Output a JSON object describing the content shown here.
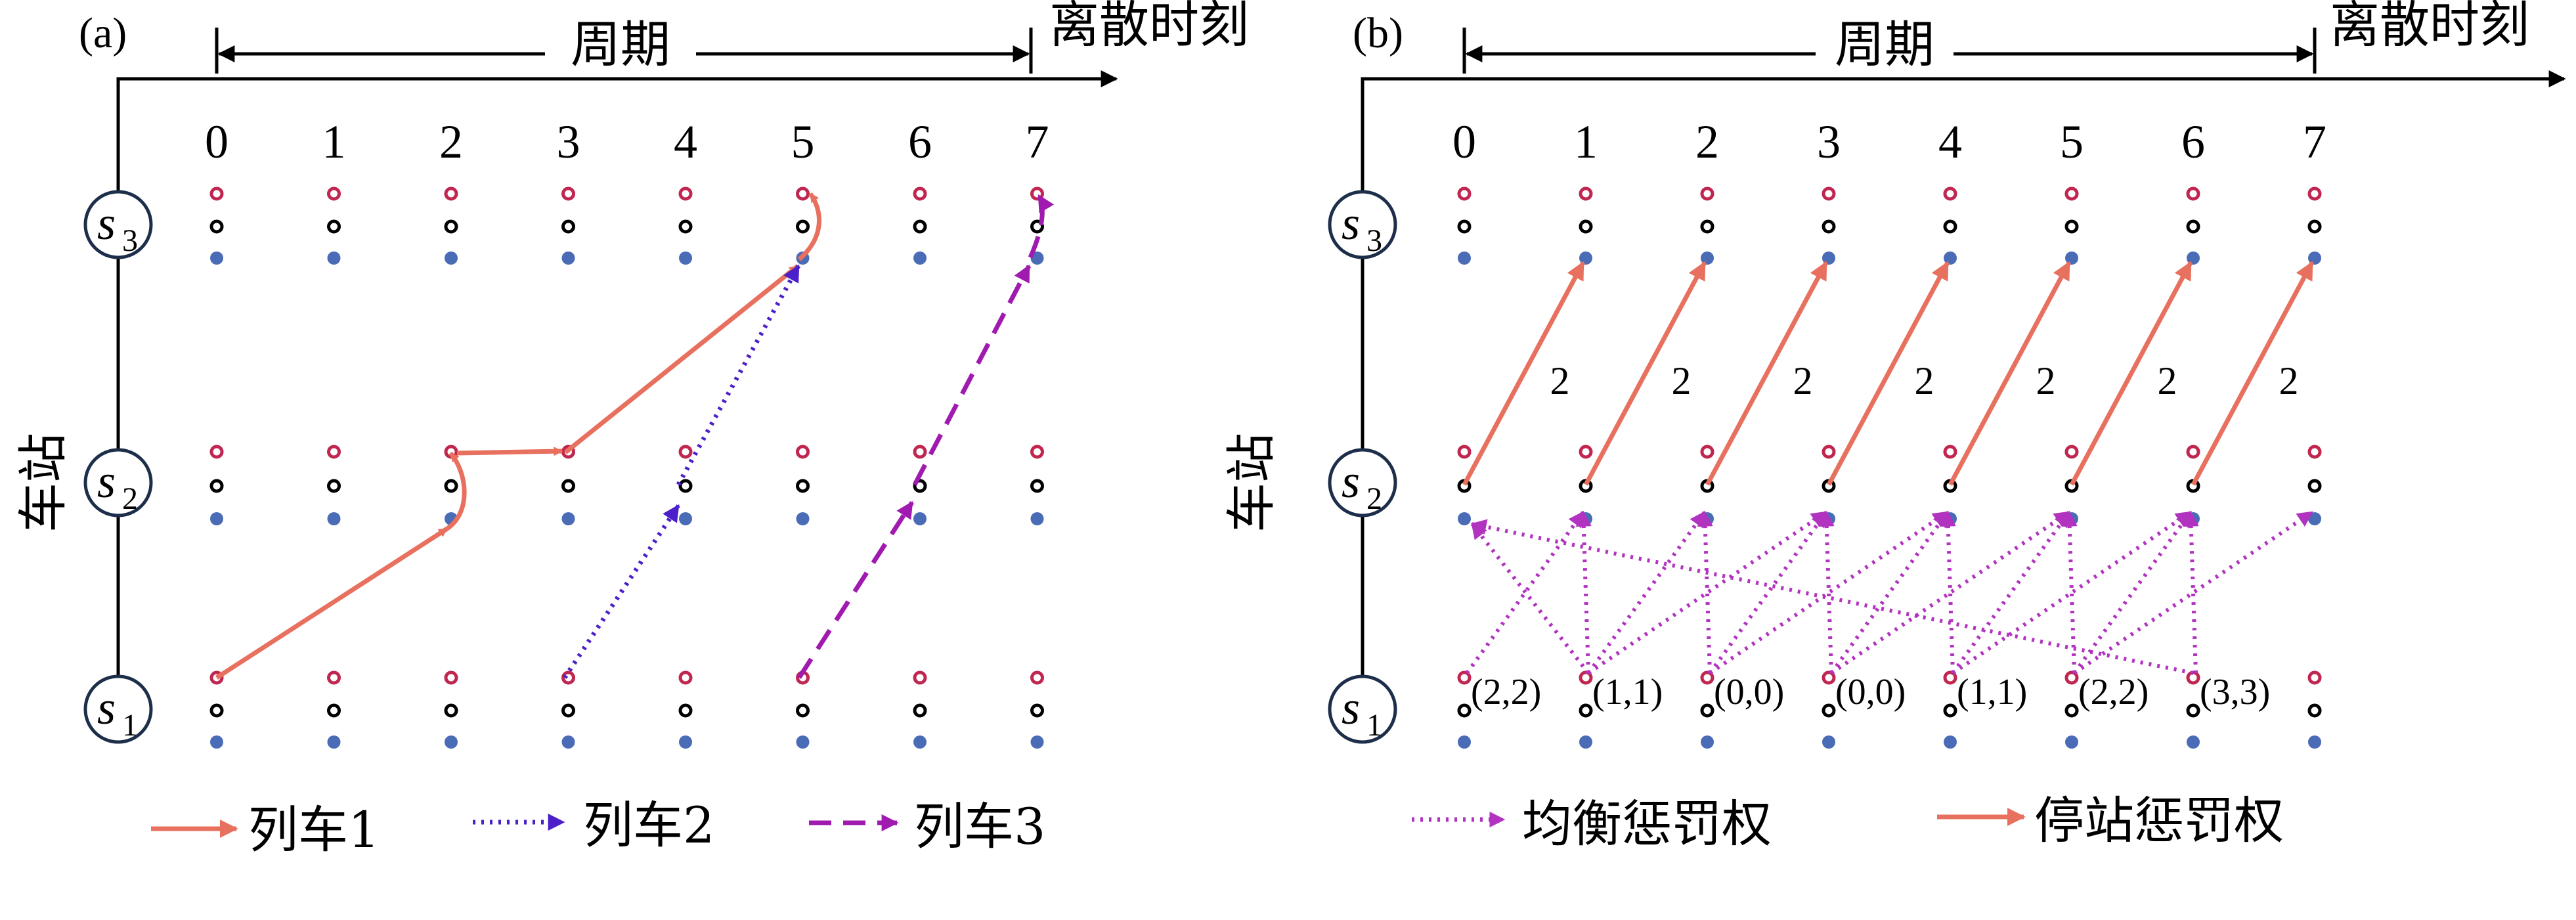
{
  "panels": [
    {
      "label": "(a)",
      "period_label": "周期",
      "time_label": "离散时刻",
      "station_axis_label": "车站",
      "ticks": [
        "0",
        "1",
        "2",
        "3",
        "4",
        "5",
        "6",
        "7"
      ],
      "stations": [
        {
          "base": "s",
          "sub": "3"
        },
        {
          "base": "s",
          "sub": "2"
        },
        {
          "base": "s",
          "sub": "1"
        }
      ],
      "legend": [
        {
          "label": "列车1",
          "style": "solid",
          "color": "#e8705e"
        },
        {
          "label": "列车2",
          "style": "dotted",
          "color": "#4b1fc9"
        },
        {
          "label": "列车3",
          "style": "dashed",
          "color": "#a01ab0"
        }
      ]
    },
    {
      "label": "(b)",
      "period_label": "周期",
      "time_label": "离散时刻",
      "station_axis_label": "车站",
      "ticks": [
        "0",
        "1",
        "2",
        "3",
        "4",
        "5",
        "6",
        "7"
      ],
      "stations": [
        {
          "base": "s",
          "sub": "3"
        },
        {
          "base": "s",
          "sub": "2"
        },
        {
          "base": "s",
          "sub": "1"
        }
      ],
      "stop_weight_labels": [
        "2",
        "2",
        "2",
        "2",
        "2",
        "2",
        "2"
      ],
      "balance_weight_labels": [
        "(2,2)",
        "(1,1)",
        "(0,0)",
        "(0,0)",
        "(1,1)",
        "(2,2)",
        "(3,3)"
      ],
      "legend": [
        {
          "label": "均衡惩罚权",
          "style": "dotted",
          "color": "#b233c0"
        },
        {
          "label": "停站惩罚权",
          "style": "solid",
          "color": "#e8705e"
        }
      ]
    }
  ],
  "colors": {
    "arrival_dot": "#c0264f",
    "middle_dot": "#000000",
    "departure_dot": "#4a6bb5",
    "train1": "#e8705e",
    "train2": "#4b1fc9",
    "train3": "#a01ab0",
    "balance": "#b233c0",
    "stop": "#e8705e"
  }
}
